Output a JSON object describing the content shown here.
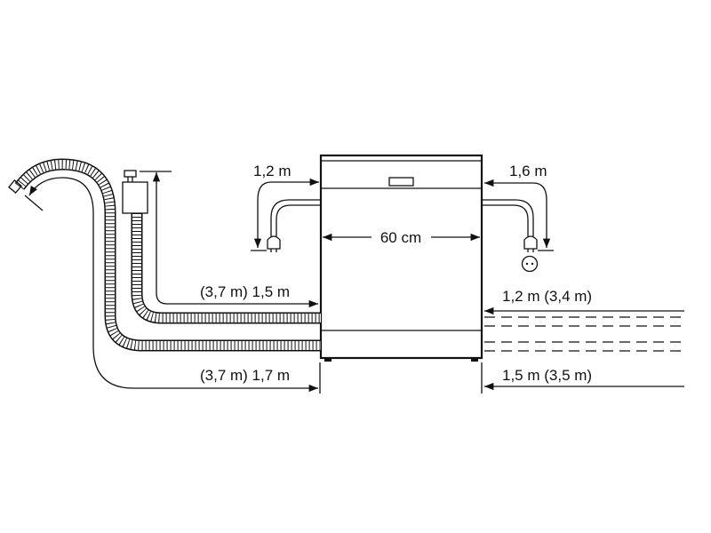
{
  "diagram": {
    "appliance_width_label": "60 cm",
    "left_power_cable_label": "1,2 m",
    "right_power_cable_label": "1,6 m",
    "supply_hose_left_label": "(3,7 m) 1,5 m",
    "drain_hose_left_label": "(3,7 m) 1,7 m",
    "supply_right_label": "1,2 m (3,4 m)",
    "drain_right_label": "1,5 m (3,5 m)"
  }
}
